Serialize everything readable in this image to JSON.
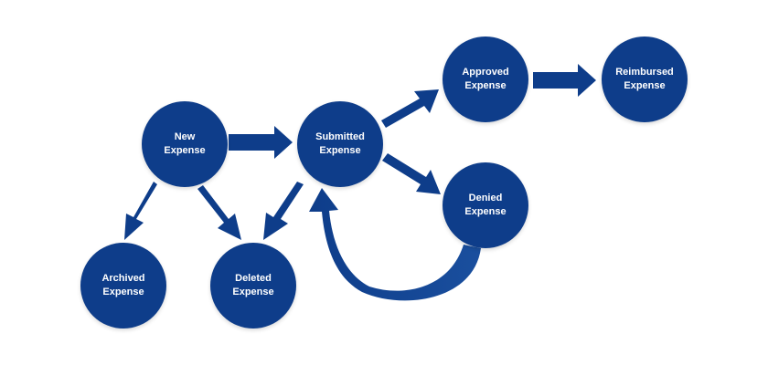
{
  "colors": {
    "node_fill": "#0e3d8a",
    "arrow_fill": "#0e3d8a",
    "label": "#ffffff"
  },
  "nodes": {
    "new": "New\nExpense",
    "submitted": "Submitted\nExpense",
    "approved": "Approved\nExpense",
    "reimbursed": "Reimbursed\nExpense",
    "denied": "Denied\nExpense",
    "archived": "Archived\nExpense",
    "deleted": "Deleted\nExpense"
  },
  "edges": [
    {
      "from": "new",
      "to": "submitted"
    },
    {
      "from": "submitted",
      "to": "approved"
    },
    {
      "from": "approved",
      "to": "reimbursed"
    },
    {
      "from": "submitted",
      "to": "denied"
    },
    {
      "from": "new",
      "to": "archived"
    },
    {
      "from": "new",
      "to": "deleted"
    },
    {
      "from": "submitted",
      "to": "deleted"
    },
    {
      "from": "denied",
      "to": "submitted"
    }
  ]
}
